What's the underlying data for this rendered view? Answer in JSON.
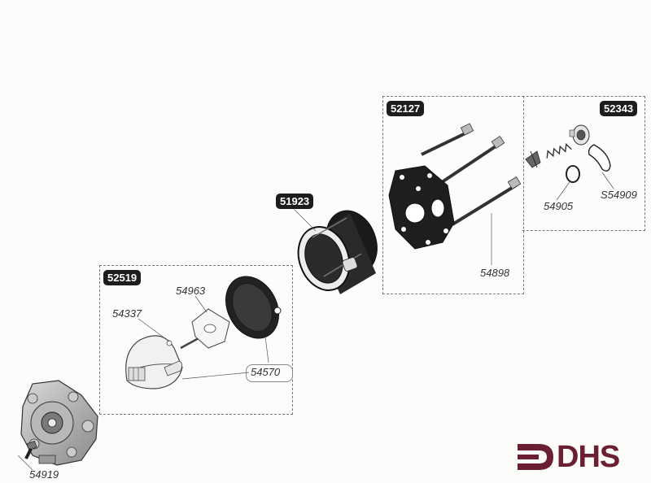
{
  "kits": {
    "k52519": "52519",
    "k51923": "51923",
    "k52127": "52127",
    "k52343": "52343"
  },
  "parts": {
    "p54963": "54963",
    "p54337": "54337",
    "p54570": "54570",
    "p54919": "54919",
    "p54898": "54898",
    "p54905": "54905",
    "p54909": "S54909"
  },
  "brand": {
    "text": "DHS",
    "color": "#6a1f35"
  }
}
